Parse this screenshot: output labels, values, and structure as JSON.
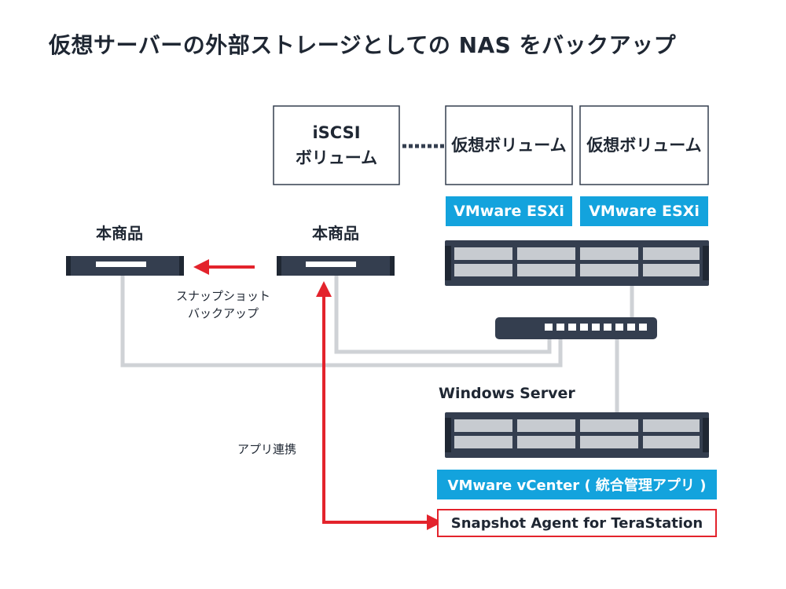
{
  "title": "仮想サーバーの外部ストレージとしての NAS をバックアップ",
  "iscsi_volume": {
    "line1": "iSCSI",
    "line2": "ボリューム"
  },
  "virtual_volumes": [
    "仮想ボリューム",
    "仮想ボリューム"
  ],
  "esxi_labels": [
    "VMware ESXi",
    "VMware ESXi"
  ],
  "nas_labels": [
    "本商品",
    "本商品"
  ],
  "snapshot_backup": {
    "line1": "スナップショット",
    "line2": "バックアップ"
  },
  "windows_server_label": "Windows Server",
  "app_link_label": "アプリ連携",
  "vcenter_label": "VMware vCenter ( 統合管理アプリ )",
  "agent_label": "Snapshot Agent for TeraStation",
  "colors": {
    "dark": "#343e4f",
    "blue": "#13a3dd",
    "red": "#e3232c",
    "cable": "#cfd2d6",
    "drive": "#c7cbd0"
  }
}
